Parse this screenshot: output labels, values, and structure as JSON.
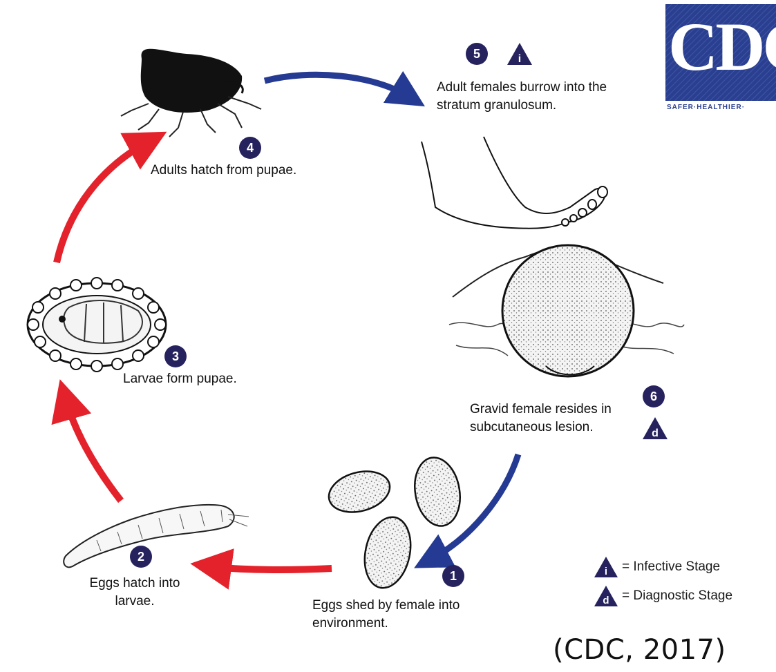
{
  "logo": {
    "text": "CDC",
    "tagline": "SAFER·HEALTHIER·"
  },
  "stages": [
    {
      "number": "1",
      "caption": "Eggs shed by female into environment."
    },
    {
      "number": "2",
      "caption": "Eggs hatch into larvae."
    },
    {
      "number": "3",
      "caption": "Larvae form pupae."
    },
    {
      "number": "4",
      "caption": "Adults hatch from pupae."
    },
    {
      "number": "5",
      "caption": "Adult females burrow into the stratum granulosum."
    },
    {
      "number": "6",
      "caption": "Gravid female resides in subcutaneous lesion."
    }
  ],
  "stage_markers": {
    "infective_letter": "i",
    "diagnostic_letter": "d"
  },
  "legend": {
    "infective": "= Infective Stage",
    "diagnostic": "= Diagnostic Stage"
  },
  "citation": "(CDC, 2017)",
  "colors": {
    "badge": "#26225e",
    "red_arrow": "#e3222b",
    "blue_arrow": "#253a92",
    "logo_blue": "#2a3f8f"
  }
}
